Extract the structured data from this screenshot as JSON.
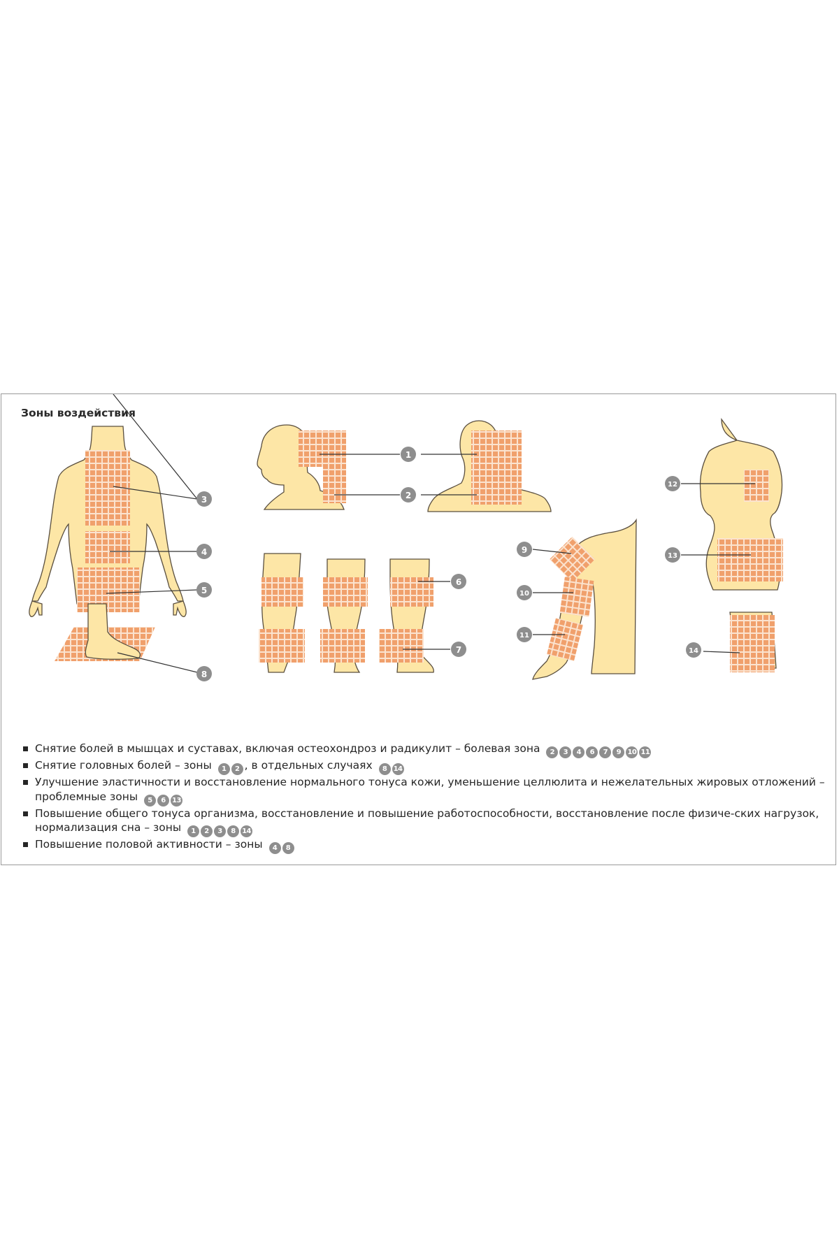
{
  "title": "Зоны воздействия",
  "markers": [
    "1",
    "2",
    "3",
    "4",
    "5",
    "6",
    "7",
    "8",
    "9",
    "10",
    "11",
    "12",
    "13",
    "14"
  ],
  "colors": {
    "skin": "#fde6a6",
    "outline": "#5a4f3f",
    "grid_fill": "#f0a06c",
    "grid_line": "#fbe3cf",
    "marker": "#8e8e8e",
    "leader": "#333333"
  },
  "legend": [
    {
      "parts": [
        {
          "text": "Снятие болей в мышцах и суставах, включая остеохондроз и радикулит – болевая зона ",
          "chips": [
            "2",
            "3",
            "4",
            "6",
            "7",
            "9",
            "10",
            "11"
          ]
        }
      ]
    },
    {
      "parts": [
        {
          "text": "Снятие головных болей – зоны ",
          "chips": [
            "1",
            "2"
          ]
        },
        {
          "text": ", в отдельных случаях ",
          "chips": [
            "8",
            "14"
          ]
        }
      ]
    },
    {
      "parts": [
        {
          "text": "Улучшение эластичности и восстановление нормального тонуса кожи, уменьшение целлюлита и нежелательных жировых отложений – проблемные зоны ",
          "chips": [
            "5",
            "6",
            "13"
          ]
        }
      ]
    },
    {
      "parts": [
        {
          "text": "Повышение общего тонуса организма, восстановление и повышение работоспособности, восстановление после физиче-ских нагрузок,  нормализация сна – зоны ",
          "chips": [
            "1",
            "2",
            "3",
            "8",
            "14"
          ]
        }
      ]
    },
    {
      "parts": [
        {
          "text": "Повышение половой активности – зоны ",
          "chips": [
            "4",
            "8"
          ]
        }
      ]
    }
  ]
}
